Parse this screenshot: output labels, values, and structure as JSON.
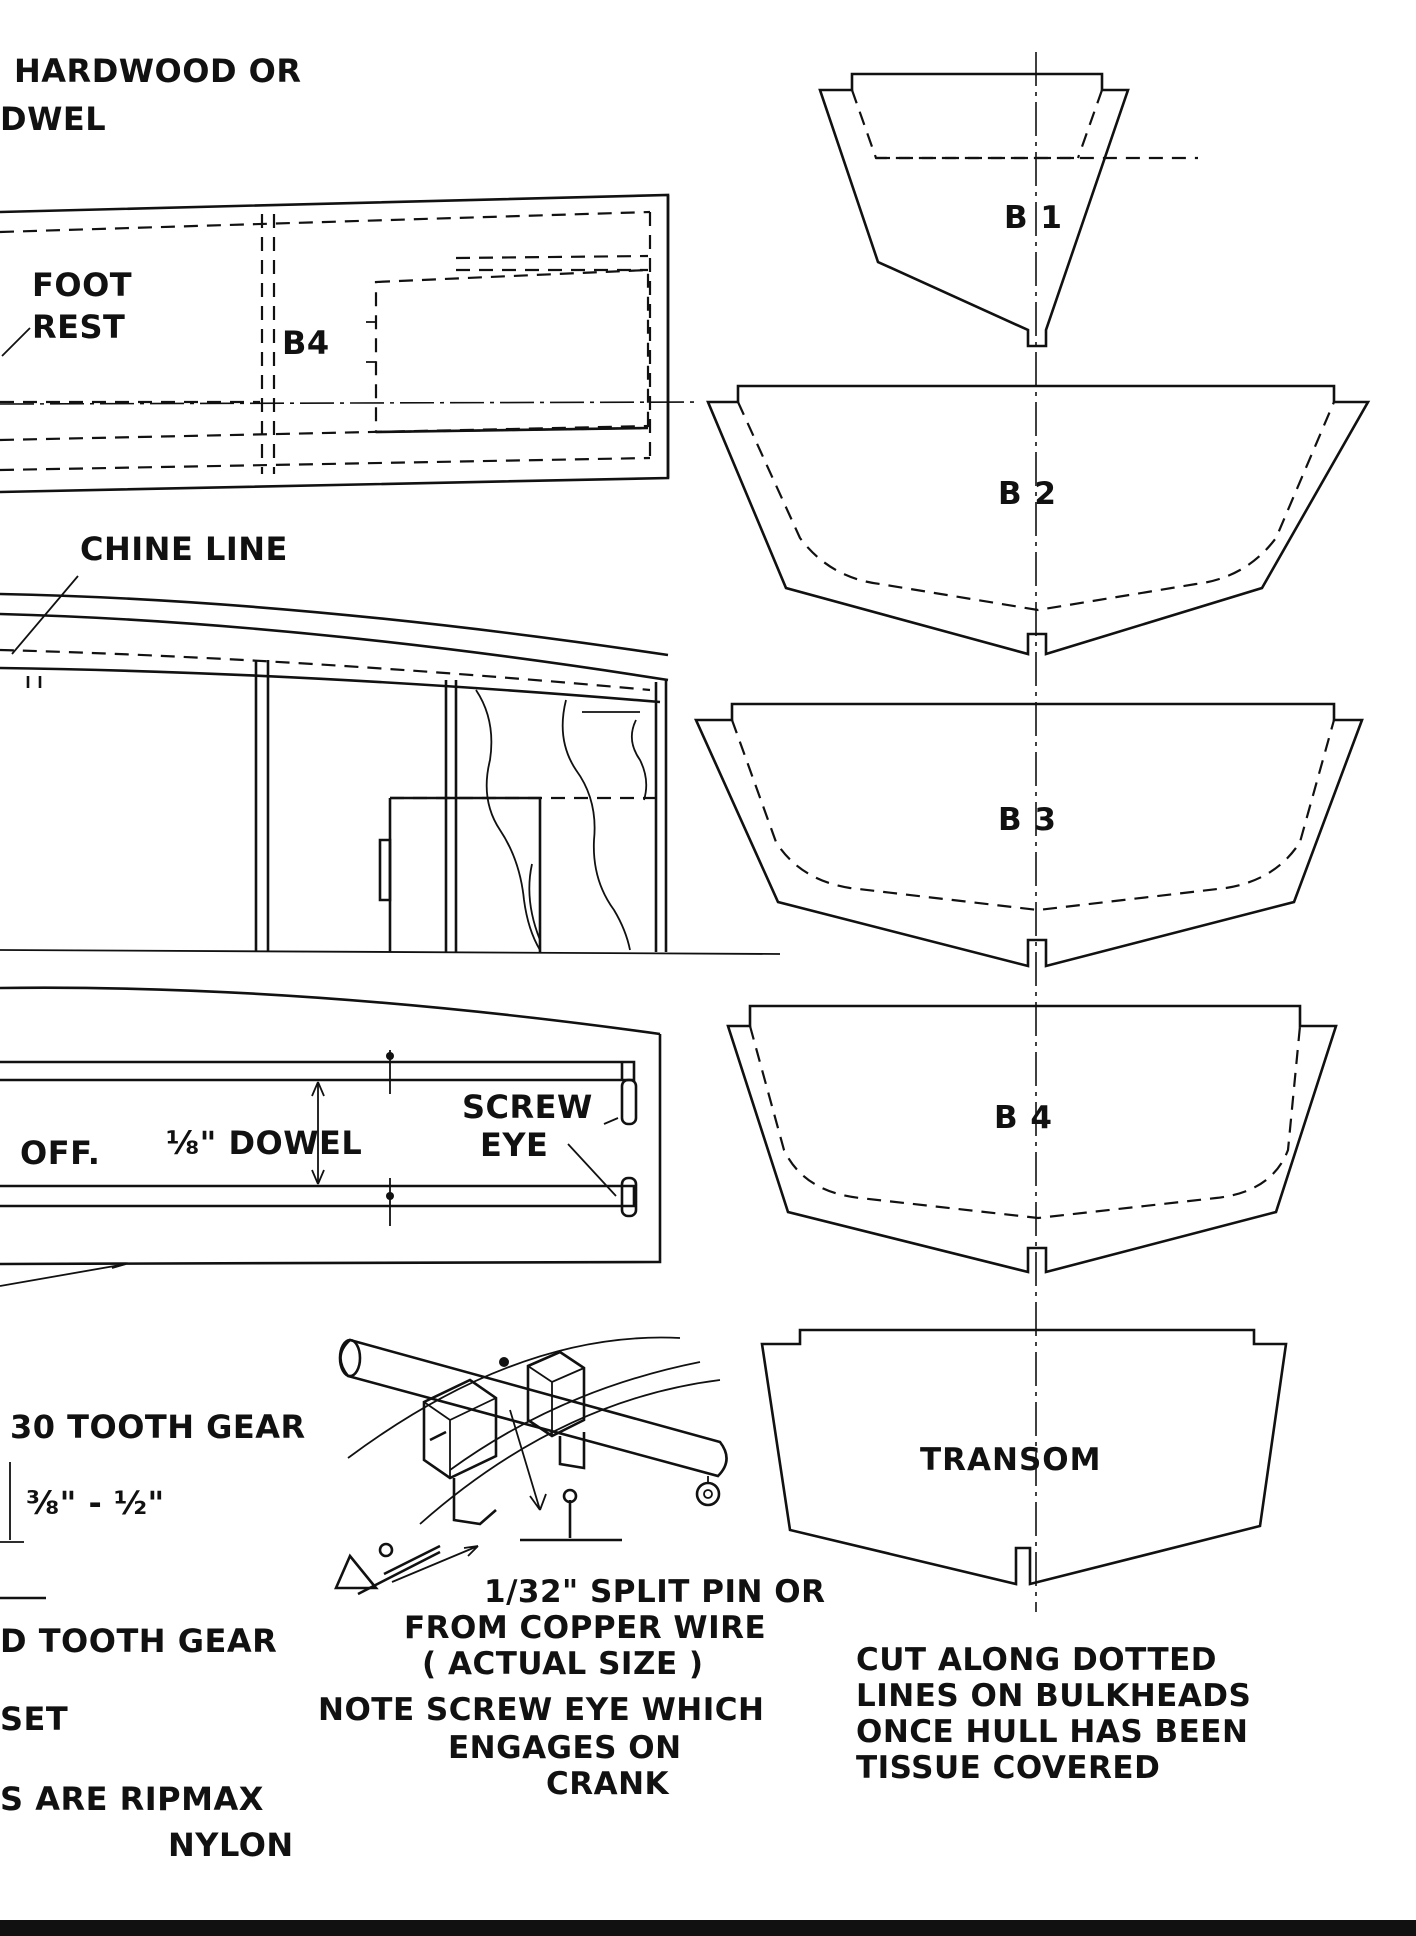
{
  "labels": {
    "hardwood_1": "HARDWOOD OR",
    "hardwood_2": "DWEL",
    "foot": "FOOT",
    "rest": "REST",
    "b4_plan": "B4",
    "chine_line": "CHINE LINE",
    "off": "OFF.",
    "eighth_dowel": "⅛\" DOWEL",
    "screw": "SCREW",
    "eye": "EYE",
    "gear30": "30 TOOTH GEAR",
    "gear_dim": "⅜\" - ½\"",
    "gear_second": "D TOOTH  GEAR",
    "set": "SET",
    "ripmax": "S  ARE  RIPMAX",
    "nylon": "NYLON"
  },
  "split_pin": {
    "line1": "1/32\" SPLIT PIN OR",
    "line2": "FROM  COPPER WIRE",
    "line3": "( ACTUAL SIZE )"
  },
  "note": {
    "line1": "NOTE   SCREW  EYE WHICH",
    "line2": "ENGAGES  ON",
    "line3": "CRANK"
  },
  "bulkheads": [
    {
      "label": "B 1"
    },
    {
      "label": "B 2"
    },
    {
      "label": "B 3"
    },
    {
      "label": "B 4"
    },
    {
      "label": "TRANSOM"
    }
  ],
  "cut_note": {
    "line1": "CUT  ALONG  DOTTED",
    "line2": "LINES  ON  BULKHEADS",
    "line3": "ONCE  HULL  HAS  BEEN",
    "line4": "TISSUE  COVERED"
  }
}
